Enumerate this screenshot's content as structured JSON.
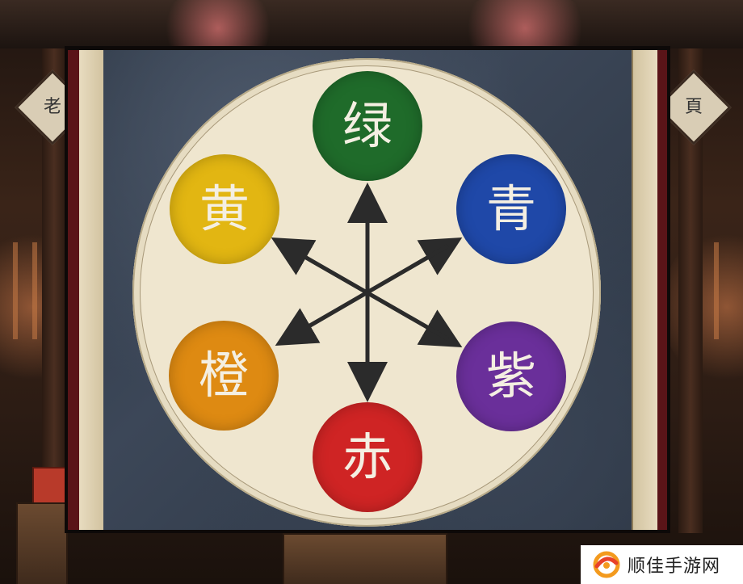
{
  "colors": {
    "green": "#1f6b2a",
    "blue": "#1f48a8",
    "purple": "#6a2f9a",
    "red": "#cf2424",
    "orange": "#de8a12",
    "yellow": "#e2b612",
    "arrow": "#2b2b2b"
  },
  "wheel": {
    "green_label": "绿",
    "blue_label": "青",
    "purple_label": "紫",
    "red_label": "赤",
    "orange_label": "橙",
    "yellow_label": "黄"
  },
  "side_signs": {
    "left_char": "老",
    "right_char": "頁"
  },
  "watermark": {
    "text": "顺佳手游网",
    "icon": "swirl-logo-icon"
  }
}
